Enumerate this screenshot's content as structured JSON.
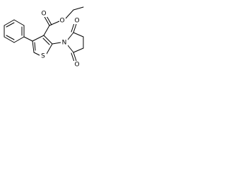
{
  "molecule": {
    "atoms": {
      "ester_o_carbonyl": "O",
      "ester_o_ether": "O",
      "thiophene_s": "S",
      "imide_n": "N",
      "imide_o_top": "O",
      "imide_o_bottom": "O"
    },
    "colors": {
      "bond": "#000000",
      "label": "#000000",
      "background": "#ffffff"
    }
  }
}
